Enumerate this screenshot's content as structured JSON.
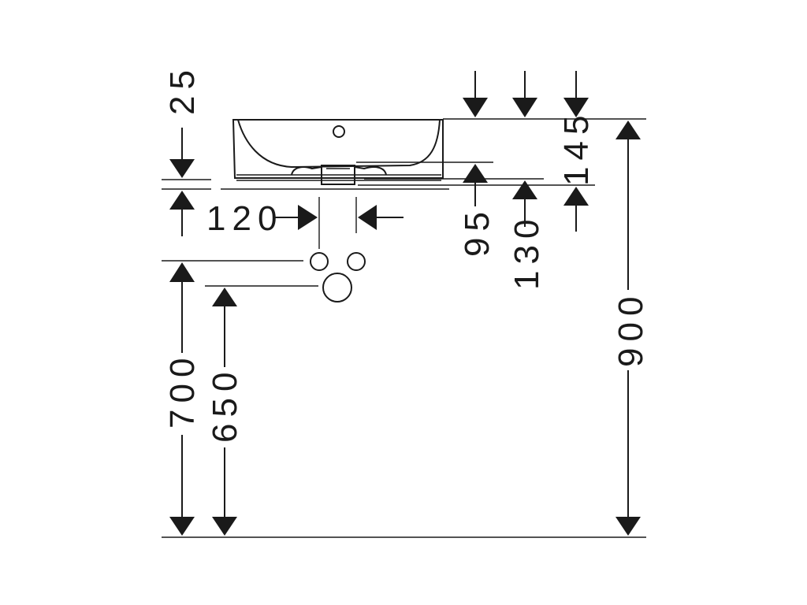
{
  "dimensions": {
    "d25": "25",
    "d120": "120",
    "d95": "95",
    "d130": "130",
    "d145": "145",
    "d700": "700",
    "d650": "650",
    "d900": "900"
  }
}
